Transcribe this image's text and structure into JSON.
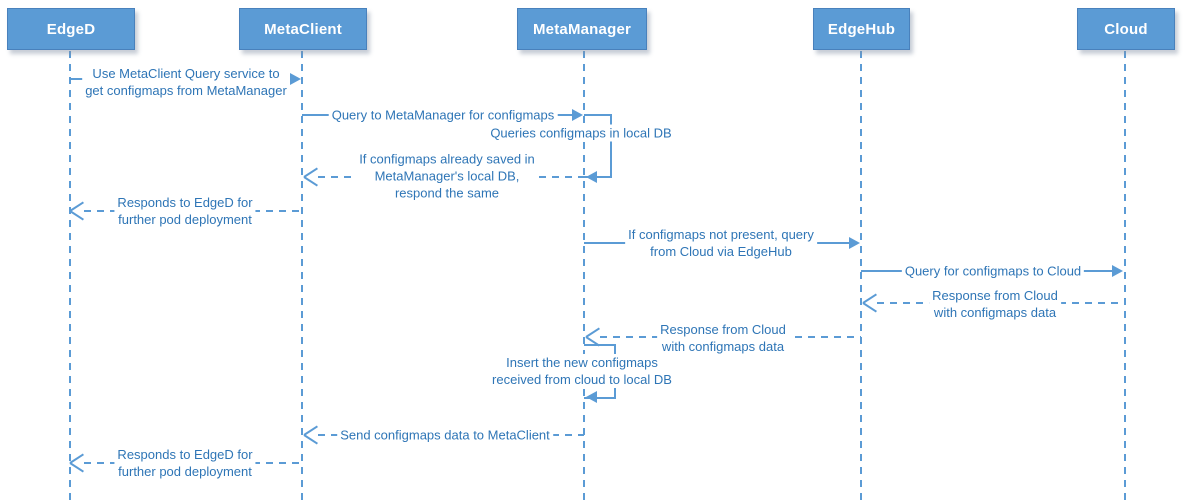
{
  "diagram": {
    "type": "sequence-diagram",
    "actors": [
      {
        "name": "EdgeD"
      },
      {
        "name": "MetaClient"
      },
      {
        "name": "MetaManager"
      },
      {
        "name": "EdgeHub"
      },
      {
        "name": "Cloud"
      }
    ],
    "messages": [
      {
        "from": "EdgeD",
        "to": "MetaClient",
        "line_style": "solid",
        "arrowhead": "filled",
        "lines": [
          "Use MetaClient Query service to",
          "get configmaps from MetaManager"
        ]
      },
      {
        "from": "MetaClient",
        "to": "MetaManager",
        "line_style": "solid",
        "arrowhead": "filled",
        "lines": [
          "Query to MetaManager for configmaps"
        ]
      },
      {
        "from": "MetaManager",
        "to": "MetaManager",
        "line_style": "solid",
        "arrowhead": "filled",
        "self_message": true,
        "lines": [
          "Queries configmaps in local DB"
        ]
      },
      {
        "from": "MetaManager",
        "to": "MetaClient",
        "line_style": "dashed",
        "arrowhead": "open",
        "lines": [
          "If configmaps already saved in",
          "MetaManager's local DB,",
          "respond the same"
        ]
      },
      {
        "from": "MetaClient",
        "to": "EdgeD",
        "line_style": "dashed",
        "arrowhead": "open",
        "lines": [
          "Responds to EdgeD for",
          "further pod deployment"
        ]
      },
      {
        "from": "MetaManager",
        "to": "EdgeHub",
        "line_style": "solid",
        "arrowhead": "filled",
        "lines": [
          "If configmaps not present, query",
          "from Cloud via EdgeHub"
        ]
      },
      {
        "from": "EdgeHub",
        "to": "Cloud",
        "line_style": "solid",
        "arrowhead": "filled",
        "lines": [
          "Query for configmaps to Cloud"
        ]
      },
      {
        "from": "Cloud",
        "to": "EdgeHub",
        "line_style": "dashed",
        "arrowhead": "open",
        "lines": [
          "Response from Cloud",
          "with configmaps data"
        ]
      },
      {
        "from": "EdgeHub",
        "to": "MetaManager",
        "line_style": "dashed",
        "arrowhead": "open",
        "lines": [
          "Response from Cloud",
          "with configmaps data"
        ]
      },
      {
        "from": "MetaManager",
        "to": "MetaManager",
        "line_style": "solid",
        "arrowhead": "filled",
        "self_message": true,
        "lines": [
          "Insert the new configmaps",
          "received from cloud to local DB"
        ]
      },
      {
        "from": "MetaManager",
        "to": "MetaClient",
        "line_style": "dashed",
        "arrowhead": "open",
        "lines": [
          "Send configmaps data to MetaClient"
        ]
      },
      {
        "from": "MetaClient",
        "to": "EdgeD",
        "line_style": "dashed",
        "arrowhead": "open",
        "lines": [
          "Responds to EdgeD for",
          "further pod deployment"
        ]
      }
    ],
    "colors": {
      "actor_fill": "#5B9BD5",
      "actor_border": "#4981BC",
      "actor_text": "#FFFFFF",
      "line": "#5B9BD5",
      "message_text": "#2E75B6",
      "background": "#FFFFFF"
    }
  }
}
